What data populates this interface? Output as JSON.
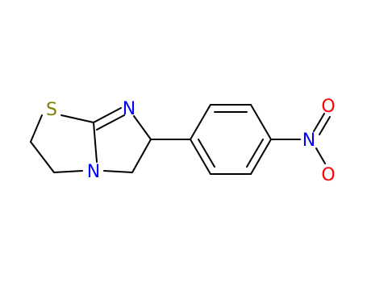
{
  "molecule": {
    "atoms": {
      "sulfur": {
        "symbol": "S",
        "color": "#808000"
      },
      "imine_nitrogen": {
        "symbol": "N",
        "color": "#0000ff"
      },
      "ring_nitrogen": {
        "symbol": "N",
        "color": "#0000ff"
      },
      "nitro_nitrogen": {
        "symbol": "N",
        "color": "#0000ff"
      },
      "nitro_oxygen_top": {
        "symbol": "O",
        "color": "#ff0000"
      },
      "nitro_oxygen_bottom": {
        "symbol": "O",
        "color": "#ff0000"
      }
    },
    "bond_color": "#000000",
    "background": "#ffffff"
  }
}
